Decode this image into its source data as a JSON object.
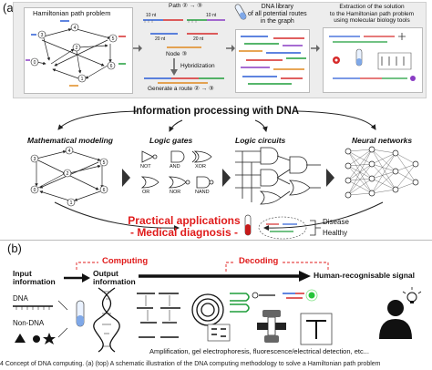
{
  "panel_a": {
    "tag": "(a)",
    "hamiltonian_title": "Hamiltonian path problem",
    "graph_nodes": [
      "0",
      "1",
      "2",
      "3",
      "4",
      "5",
      "6"
    ],
    "strand_labels": {
      "path": "Path ② → ③",
      "nt_left": "10 nt",
      "nt_right": "10 nt",
      "nt_mid_a": "20 nt",
      "nt_mid_b": "20 nt",
      "node": "Node ③"
    },
    "hybridization": "Hybridization",
    "generate": "Generate a route ② → ③",
    "library": "DNA library\nof all potential routes\nin the graph",
    "extraction": "Extraction of the solution\nto the Hamiltonian path problem\nusing molecular biology tools",
    "center_title": "Information processing with DNA",
    "sections": [
      "Mathematical modeling",
      "Logic gates",
      "Logic circuits",
      "Neural networks"
    ],
    "gates": [
      "NOT",
      "AND",
      "XOR",
      "OR",
      "NOR",
      "NAND"
    ],
    "applications": "Practical applications\n- Medical diagnosis -",
    "disease": "Disease",
    "healthy": "Healthy"
  },
  "panel_b": {
    "tag": "(b)",
    "computing": "Computing",
    "decoding": "Decoding",
    "input": "Input\ninformation",
    "output": "Output\ninformation",
    "signal": "Human-recognisable signal",
    "dna": "DNA",
    "non_dna": "Non-DNA",
    "methods": "Amplification, gel electrophoresis, fluorescence/electrical detection, etc..."
  },
  "caption": "4   Concept of DNA computing. (a) (top) A schematic illustration of the DNA computing methodology to solve a Hamiltonian path problem",
  "colors": {
    "accent_red": "#e01b1b",
    "strand_blue": "#2a5cd6",
    "strand_red": "#d62a2a",
    "strand_green": "#1f9d3a",
    "strand_purple": "#8a3cc4",
    "strand_orange": "#e08a1f",
    "box_fill": "#ececec"
  }
}
